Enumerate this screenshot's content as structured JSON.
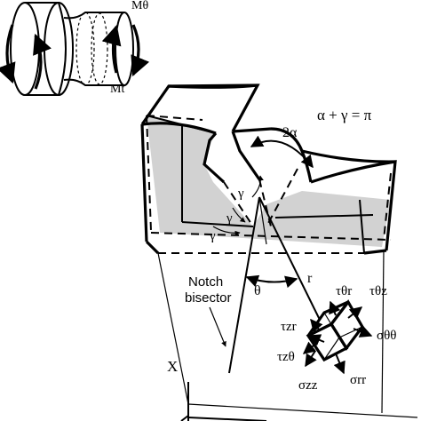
{
  "figure": {
    "inset_labels": {
      "torsion_moment": "Mθ",
      "twist_moment": "Mt"
    },
    "equation": "α + γ = π",
    "angles": {
      "opening": "2α",
      "flank_upper": "γ",
      "flank_lower_right": "γ",
      "flank_lower_left": "γ",
      "polar": "θ"
    },
    "notch_bisector_label": [
      "Notch",
      "bisector"
    ],
    "radial_coordinate": "r",
    "axis_x": "X",
    "stresses": {
      "tau_theta_r": "τθr",
      "tau_theta_z": "τθz",
      "tau_z_r": "τzr",
      "tau_z_theta": "τzθ",
      "sigma_theta_theta": "σθθ",
      "sigma_zz": "σzz",
      "sigma_rr": "σrr"
    },
    "colors": {
      "line": "#000000",
      "section_shade": "#d2d2d2",
      "background": "#ffffff"
    }
  }
}
